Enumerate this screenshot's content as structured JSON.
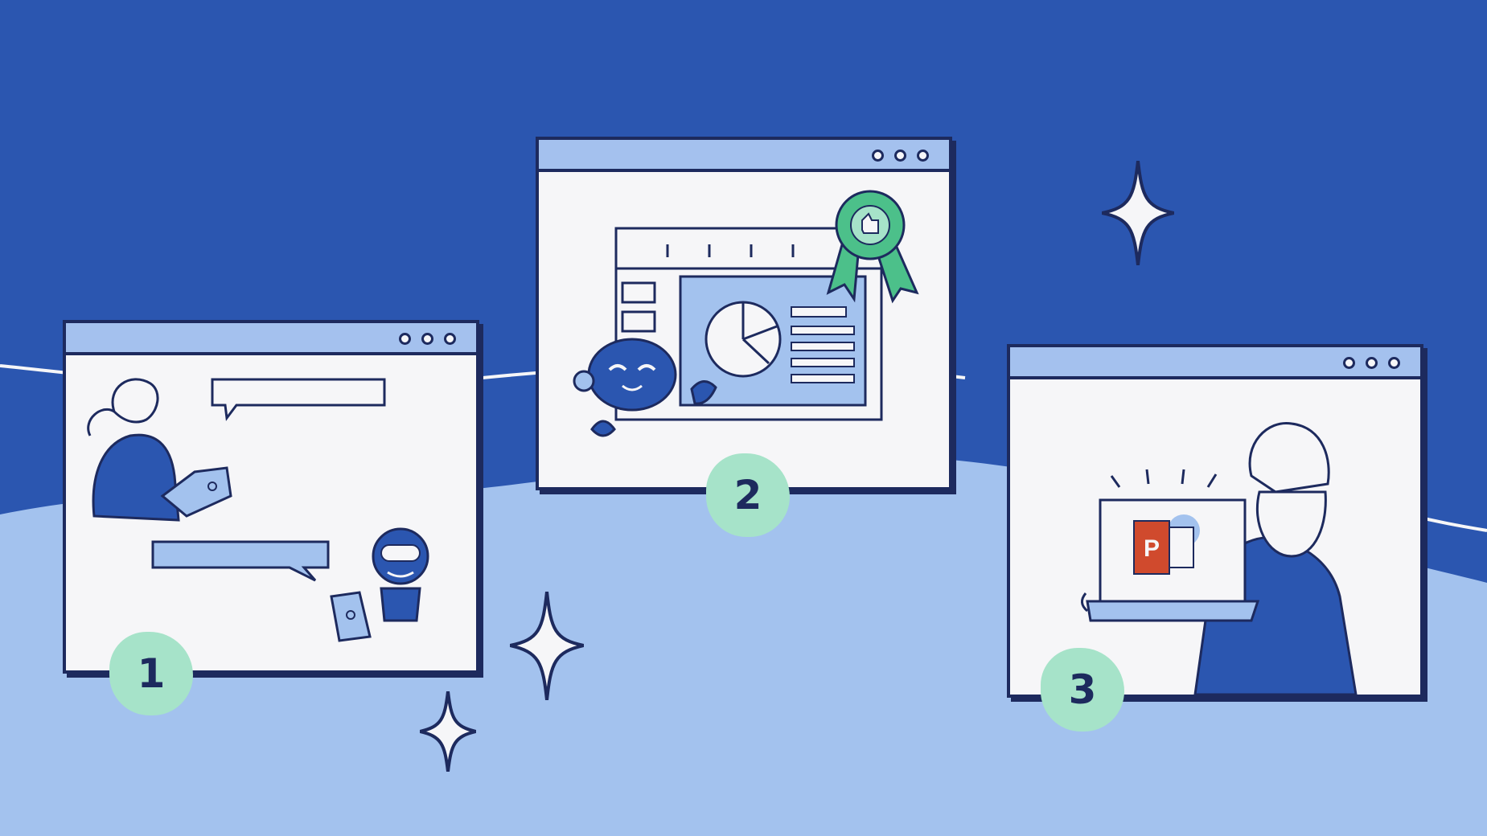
{
  "palette": {
    "sky": "#2b56b0",
    "ground": "#a3c2ee",
    "window_bar": "#a4c1ee",
    "window_bg": "#f6f6f8",
    "ink": "#1d2a5e",
    "badge": "#a6e3c9",
    "ribbon": "#4cc08a",
    "powerpoint_red": "#d04a2d"
  },
  "steps": [
    {
      "number": "1",
      "window_controls": [
        "circle-icon",
        "circle-icon",
        "circle-icon"
      ],
      "illustration": "person-chatting-with-robot"
    },
    {
      "number": "2",
      "window_controls": [
        "circle-icon",
        "circle-icon",
        "circle-icon"
      ],
      "illustration": "robot-building-slide-with-award"
    },
    {
      "number": "3",
      "window_controls": [
        "circle-icon",
        "circle-icon",
        "circle-icon"
      ],
      "illustration": "person-holding-laptop-with-powerpoint"
    }
  ],
  "powerpoint_letter": "P",
  "decorations": [
    "sparkle-icon",
    "sparkle-icon",
    "sparkle-icon"
  ]
}
